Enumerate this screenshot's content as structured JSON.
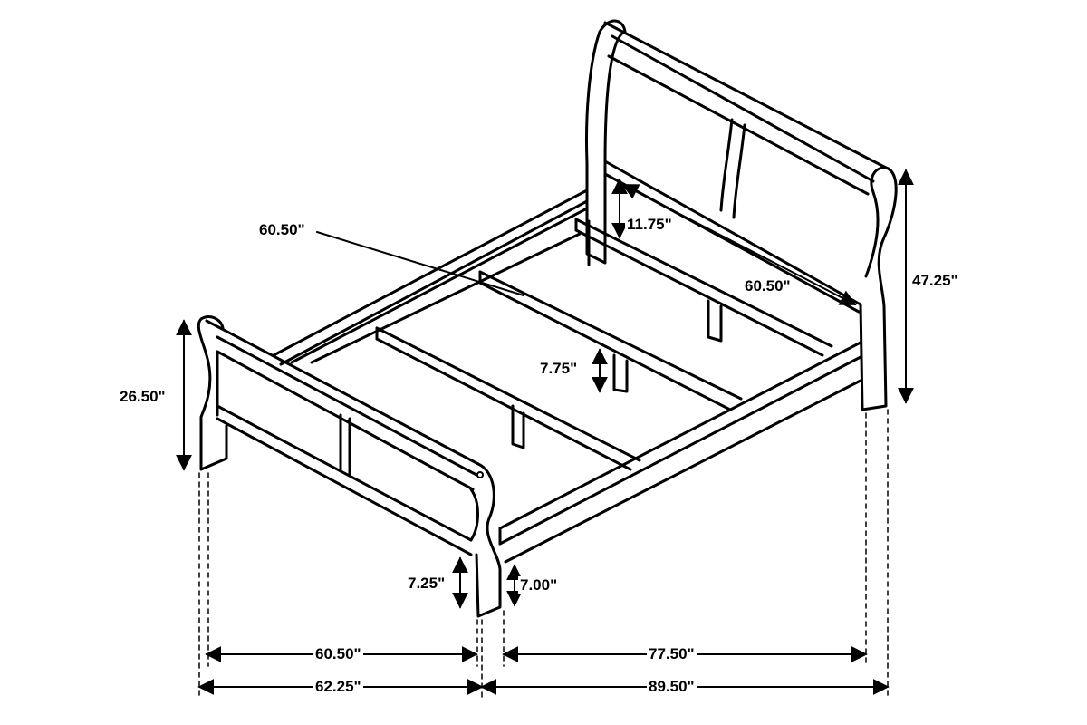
{
  "diagram": {
    "headboard_height": "47.25\"",
    "headboard_inner_width": "60.50\"",
    "slat_length": "60.50\"",
    "headboard_panel_clearance": "11.75\"",
    "slat_clearance": "7.75\"",
    "footboard_height": "26.50\"",
    "footboard_leg_clearance": "7.25\"",
    "rail_clearance": "7.00\"",
    "inner_width": "60.50\"",
    "inner_length": "77.50\"",
    "overall_width": "62.25\"",
    "overall_length": "89.50\""
  }
}
